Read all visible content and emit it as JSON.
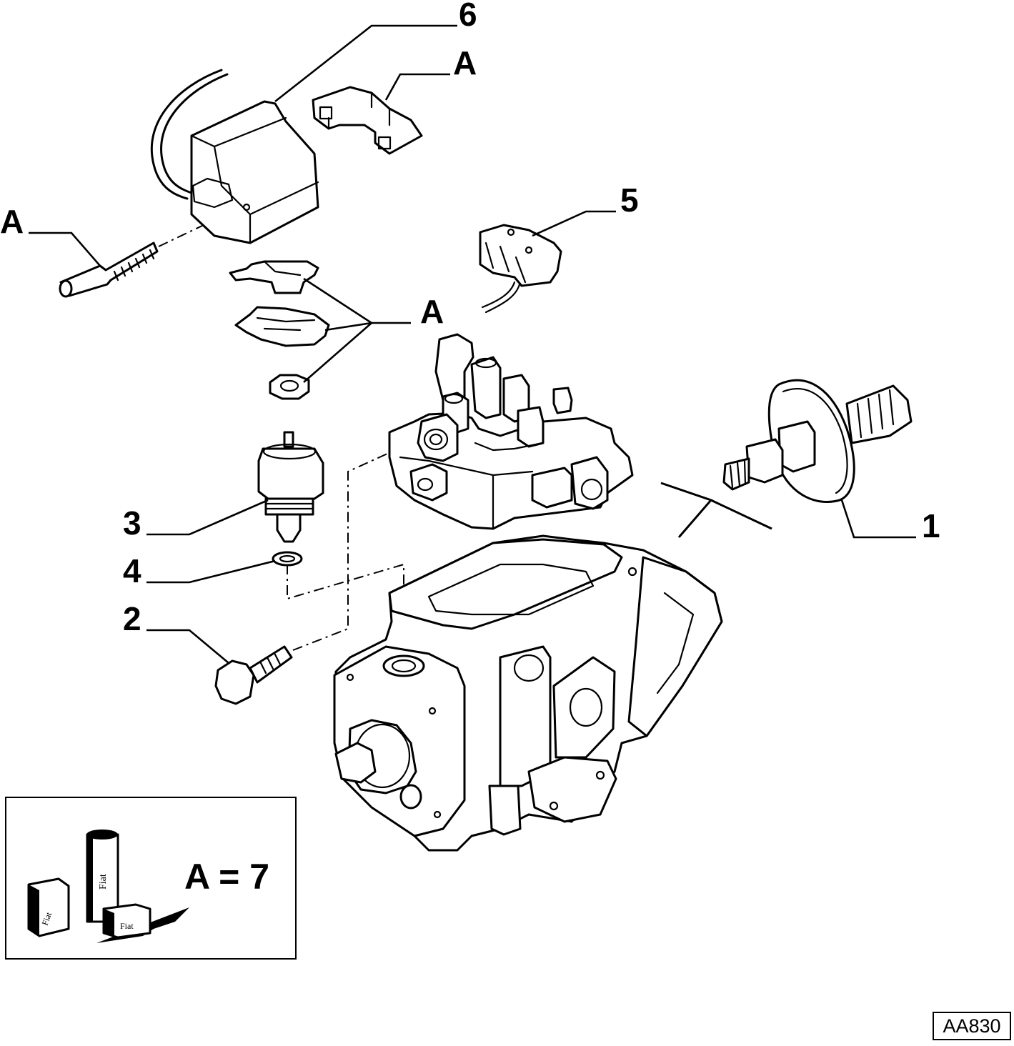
{
  "callouts": {
    "part_1": "1",
    "part_2": "2",
    "part_3": "3",
    "part_4": "4",
    "part_5": "5",
    "part_6": "6",
    "group_a_top": "A",
    "group_a_left": "A",
    "group_a_mid": "A"
  },
  "legend": {
    "equation": "A = 7",
    "tube_brand": "Fiat",
    "box_brand": "Fiat"
  },
  "reference_code": "AA830"
}
